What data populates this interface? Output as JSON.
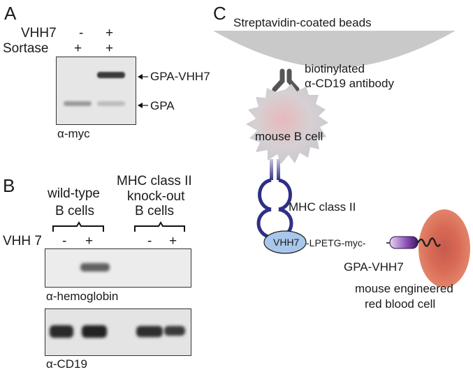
{
  "panel_a": {
    "letter": "A",
    "row1_label": "VHH7",
    "row1_values": [
      "-",
      "+"
    ],
    "row2_label": "Sortase",
    "row2_values": [
      "+",
      "+"
    ],
    "band_upper": "GPA-VHH7",
    "band_lower": "GPA",
    "antibody": "α-myc"
  },
  "panel_b": {
    "letter": "B",
    "group1": [
      "wild-type",
      "B cells"
    ],
    "group2": [
      "MHC class II",
      "knock-out",
      "B cells"
    ],
    "row_label": "VHH 7",
    "lane_values": [
      "-",
      "+",
      "-",
      "+"
    ],
    "antibody_top": "α-hemoglobin",
    "antibody_bottom": "α-CD19"
  },
  "panel_c": {
    "letter": "C",
    "beads": "Streptavidin-coated beads",
    "antibody_line1": "biotinylated",
    "antibody_line2": "α-CD19 antibody",
    "cell": "mouse B cell",
    "mhc": "MHC class II",
    "vhh": "VHH7",
    "linker": "-LPETG-myc-",
    "gpa": "GPA-VHH7",
    "rbc_line1": "mouse engineered",
    "rbc_line2": "red blood cell"
  }
}
